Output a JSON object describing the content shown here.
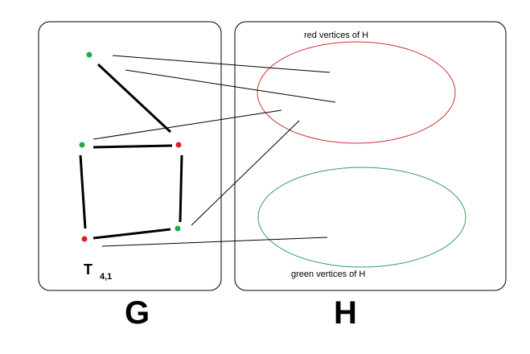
{
  "colors": {
    "background": "#ffffff",
    "box_stroke": "#000000",
    "edge": "#000000",
    "green_vertex": "#22aa44",
    "red_vertex": "#e02020",
    "red_ellipse": "#cc3333",
    "green_ellipse": "#33a055"
  },
  "labels": {
    "red_vertices": "red vertices of H",
    "green_vertices": "green vertices of H",
    "tree_main": "T",
    "tree_sub": "4,1",
    "G": "G",
    "H": "H"
  },
  "vertices": [
    {
      "id": "g-top",
      "color": "green"
    },
    {
      "id": "r-top-right",
      "color": "red"
    },
    {
      "id": "g-mid-left",
      "color": "green"
    },
    {
      "id": "g-bottom-right",
      "color": "green"
    },
    {
      "id": "r-bottom-left",
      "color": "red"
    }
  ],
  "edges": [
    {
      "from": "g-top",
      "to": "r-top-right"
    },
    {
      "from": "g-mid-left",
      "to": "r-top-right"
    },
    {
      "from": "r-top-right",
      "to": "g-bottom-right"
    },
    {
      "from": "g-mid-left",
      "to": "r-bottom-left"
    },
    {
      "from": "r-bottom-left",
      "to": "g-bottom-right"
    }
  ]
}
